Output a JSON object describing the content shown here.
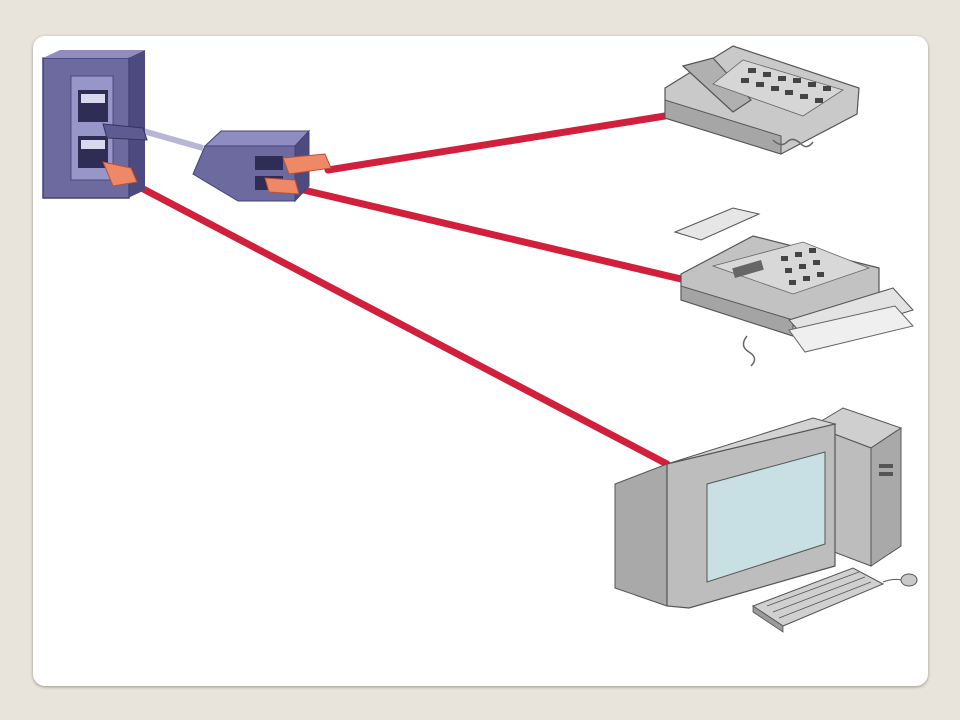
{
  "diagram": {
    "nodes": [
      {
        "id": "wall-outlet",
        "icon": "wall-jack-icon"
      },
      {
        "id": "splitter",
        "icon": "splitter-icon"
      },
      {
        "id": "telephone",
        "icon": "telephone-icon"
      },
      {
        "id": "fax",
        "icon": "fax-machine-icon"
      },
      {
        "id": "computer",
        "icon": "desktop-computer-icon"
      }
    ],
    "edges": [
      {
        "from": "wall-outlet",
        "to": "splitter"
      },
      {
        "from": "splitter",
        "to": "telephone"
      },
      {
        "from": "splitter",
        "to": "fax"
      },
      {
        "from": "wall-outlet",
        "to": "computer"
      }
    ],
    "colors": {
      "cable": "#d21f3c",
      "jack": "#6c6a9e",
      "device_gray": "#bdbdbd",
      "screen": "#c8dfe3",
      "plug": "#ef8866",
      "background": "#e9e4db"
    }
  }
}
